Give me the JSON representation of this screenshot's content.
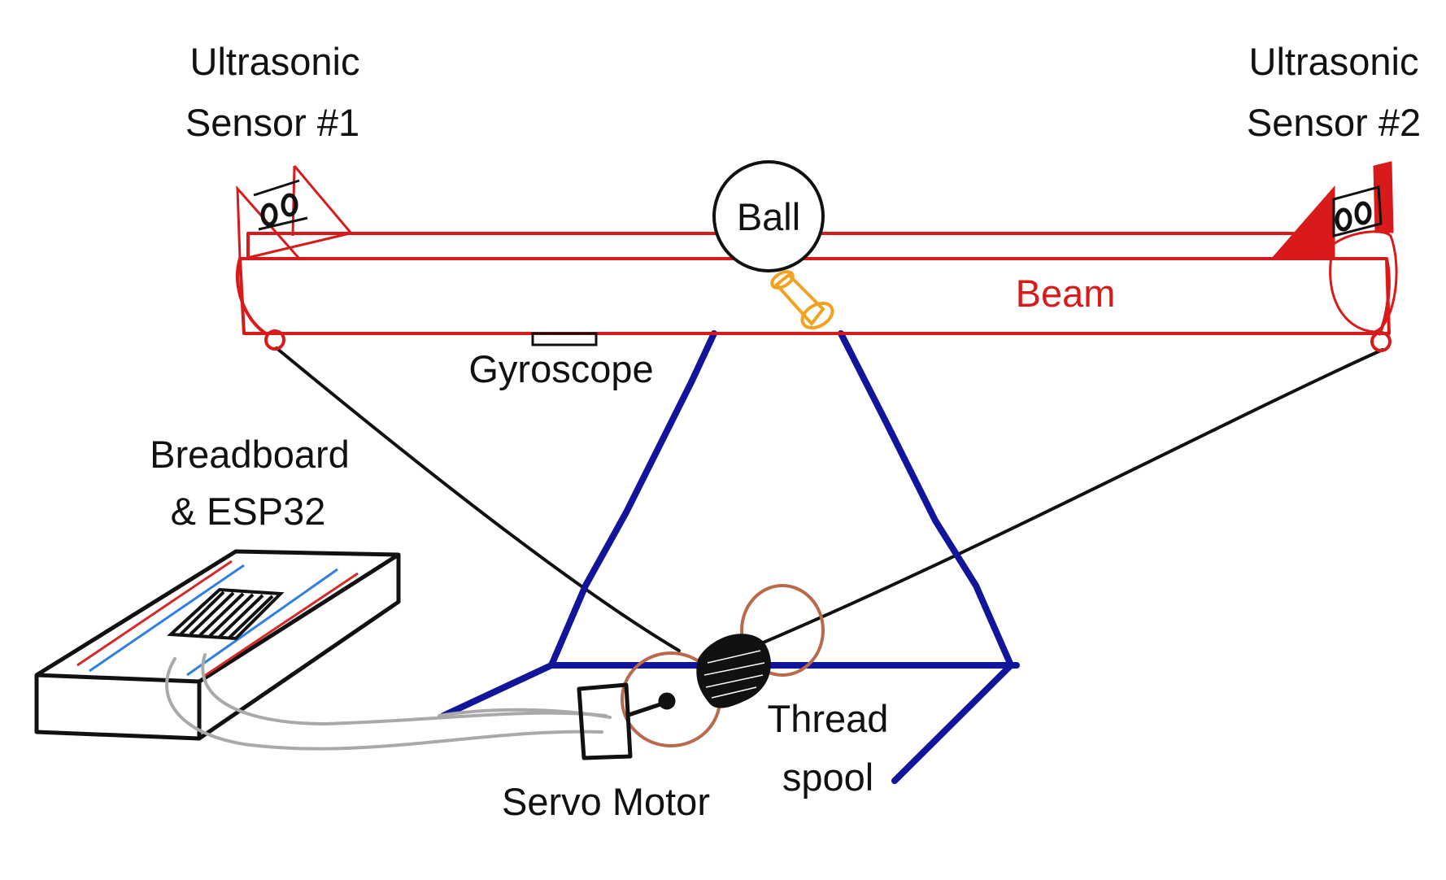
{
  "labels": {
    "sensor1_line1": "Ultrasonic",
    "sensor1_line2": "Sensor #1",
    "sensor2_line1": "Ultrasonic",
    "sensor2_line2": "Sensor #2",
    "ball": "Ball",
    "beam": "Beam",
    "gyroscope": "Gyroscope",
    "breadboard_line1": "Breadboard",
    "breadboard_line2": "& ESP32",
    "thread_line1": "Thread",
    "thread_line2": "spool",
    "servo": "Servo Motor"
  },
  "colors": {
    "beam": "#d81a1a",
    "stand": "#10159a",
    "thread": "#111111",
    "spool": "#b86a4a",
    "gyro_chip": "#f2a221",
    "wire": "#a9a9a9",
    "rail_red": "#d42a2a",
    "rail_blue": "#2f7fe0"
  }
}
